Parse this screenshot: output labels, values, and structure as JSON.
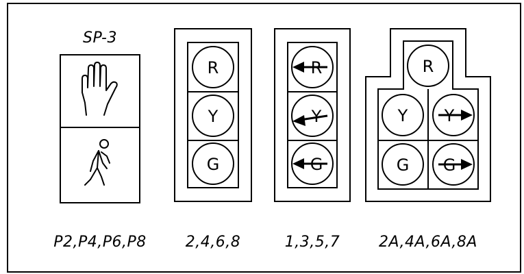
{
  "header": {
    "pedestrian_signal_id": "SP-3"
  },
  "signals": [
    {
      "label": "P2,P4,P6,P8",
      "type": "pedestrian",
      "icons": [
        "hand-icon",
        "walking-person-icon"
      ]
    },
    {
      "label": "2,4,6,8",
      "type": "three-section",
      "lenses": [
        "R",
        "Y",
        "G"
      ]
    },
    {
      "label": "1,3,5,7",
      "type": "three-section-left-arrow",
      "lenses": [
        "R",
        "Y",
        "G"
      ]
    },
    {
      "label": "2A,4A,6A,8A",
      "type": "five-section-cluster",
      "top_lens": "R",
      "left_column": [
        "Y",
        "G"
      ],
      "right_column": [
        "Y",
        "G"
      ]
    }
  ],
  "colors": {
    "line": "#000000",
    "background": "#ffffff"
  }
}
